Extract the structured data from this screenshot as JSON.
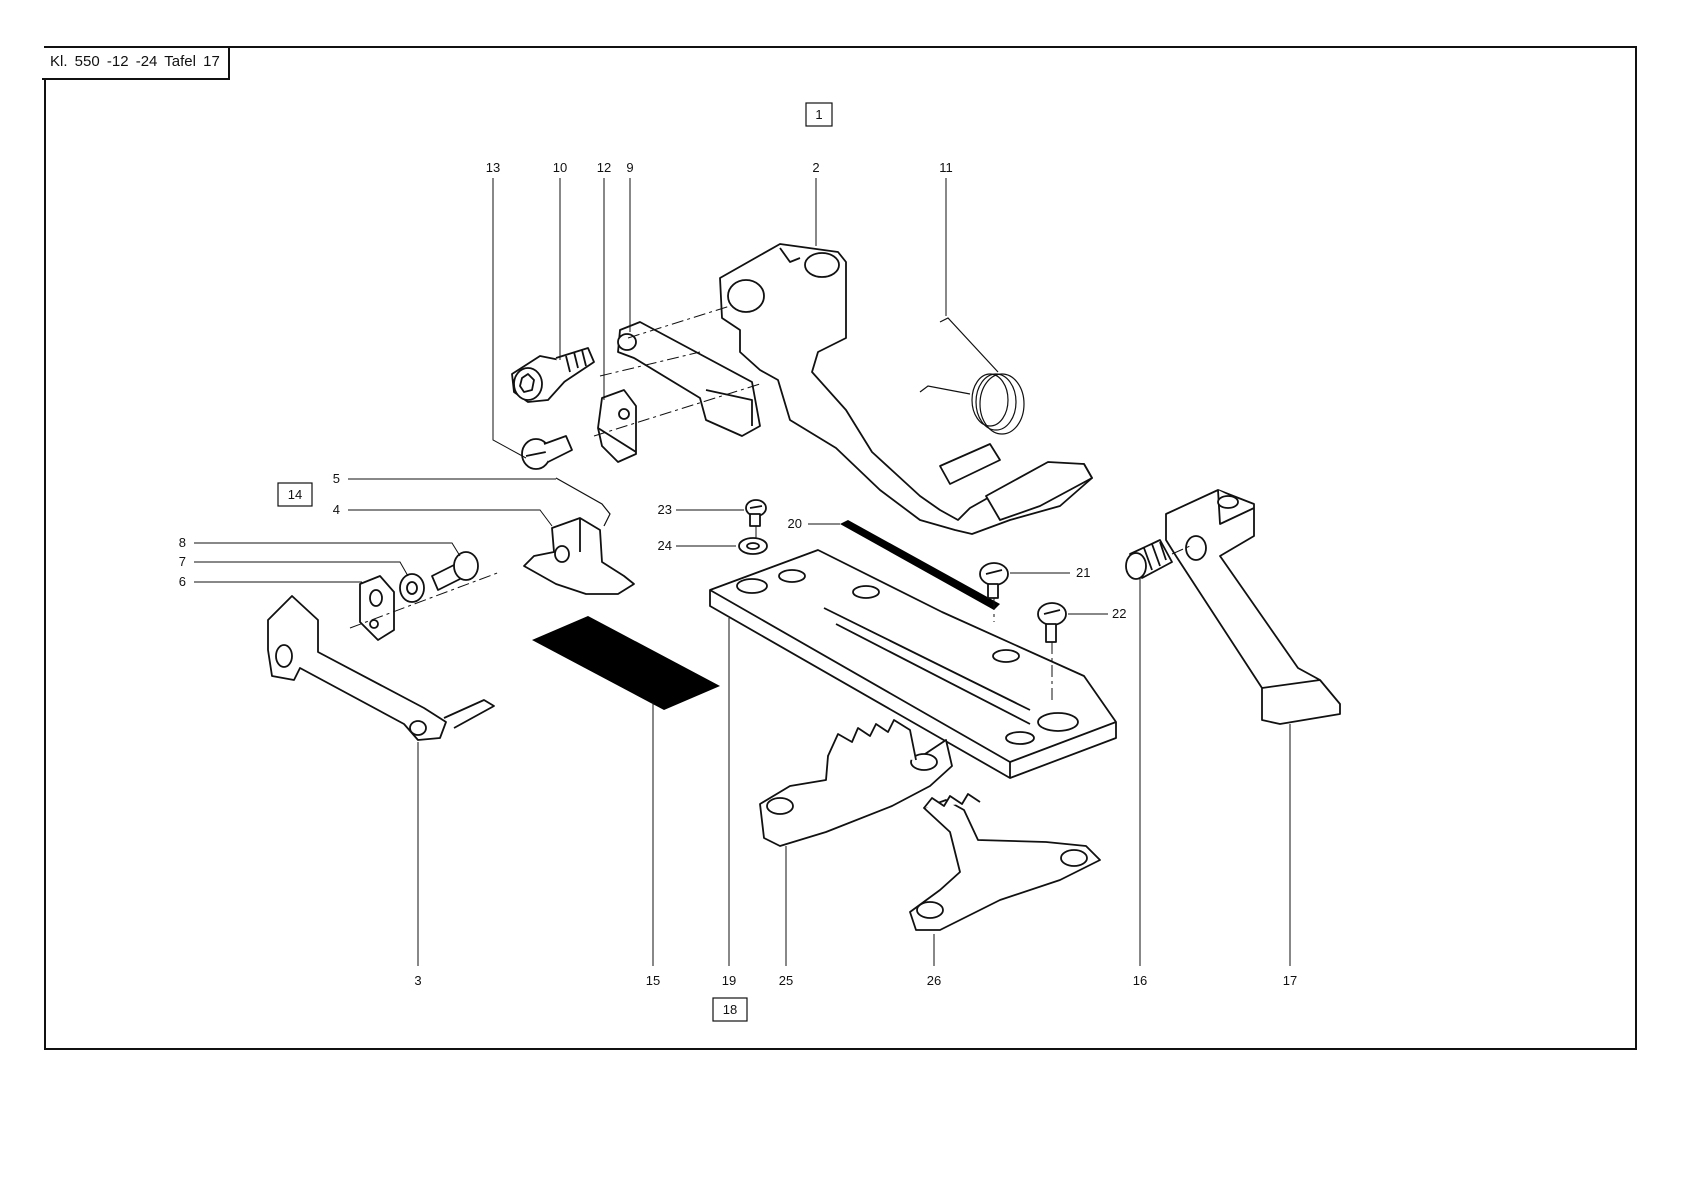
{
  "title": "Kl. 550 -12 -24  Tafel 17",
  "group_labels": {
    "g1": "1",
    "g14": "14",
    "g18": "18"
  },
  "part_labels": {
    "p2": "2",
    "p3": "3",
    "p4": "4",
    "p5": "5",
    "p6": "6",
    "p7": "7",
    "p8": "8",
    "p9": "9",
    "p10": "10",
    "p11": "11",
    "p12": "12",
    "p13": "13",
    "p15": "15",
    "p16": "16",
    "p17": "17",
    "p19": "19",
    "p20": "20",
    "p21": "21",
    "p22": "22",
    "p23": "23",
    "p24": "24",
    "p25": "25",
    "p26": "26"
  }
}
